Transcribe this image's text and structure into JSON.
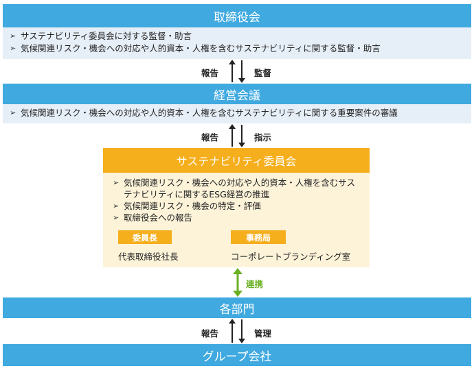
{
  "board": {
    "title": "取締役会",
    "items": [
      "サステナビリティ委員会に対する監督・助言",
      "気候関連リスク・機会への対応や人的資本・人権を含むサステナビリティに関する監督・助言"
    ]
  },
  "link1": {
    "up": "報告",
    "down": "監督"
  },
  "mgmt": {
    "title": "経営会議",
    "items": [
      "気候関連リスク・機会への対応や人的資本・人権を含むサステナビリティに関する重要案件の審議"
    ]
  },
  "link2": {
    "up": "報告",
    "down": "指示"
  },
  "committee": {
    "title": "サステナビリティ委員会",
    "items": [
      "気候関連リスク・機会への対応や人的資本・人権を含むサステナビリティに関するESG経営の推進",
      "気候関連リスク・機会の特定・評価",
      "取締役会への報告"
    ],
    "chair_label": "委員長",
    "chair_value": "代表取締役社長",
    "office_label": "事務局",
    "office_value": "コーポレートブランディング室"
  },
  "link3": {
    "label": "連携"
  },
  "depts": {
    "title": "各部門"
  },
  "link4": {
    "up": "報告",
    "down": "管理"
  },
  "group": {
    "title": "グループ会社"
  },
  "colors": {
    "blue": "#3fa9e0",
    "orange": "#f5ae1c",
    "green": "#6ab023"
  },
  "bullet_glyph": "➢"
}
